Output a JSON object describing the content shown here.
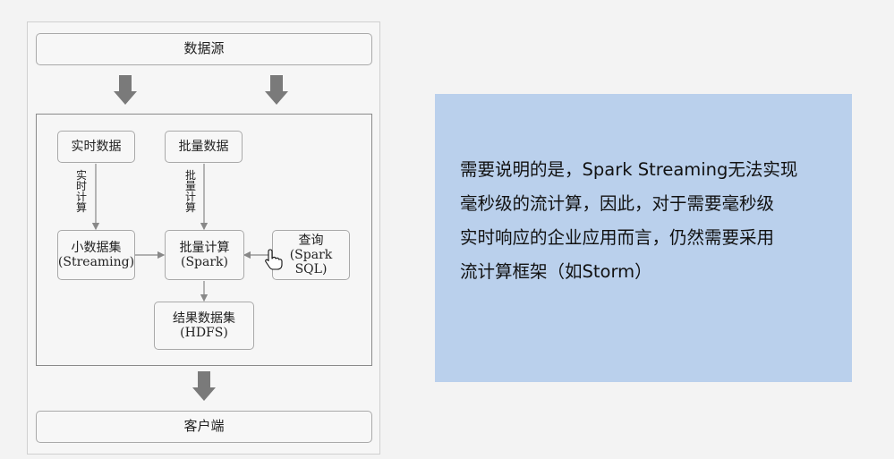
{
  "diagram": {
    "data_source": "数据源",
    "realtime_data": "实时数据",
    "batch_data": "批量数据",
    "realtime_compute": "实时计算",
    "batch_compute_vertical": "批量计算",
    "small_dataset": {
      "line1": "小数据集",
      "line2": "(Streaming)"
    },
    "batch_compute": {
      "line1": "批量计算",
      "line2": "(Spark)"
    },
    "query": {
      "line1": "查询",
      "line2": "(Spark",
      "line3": "SQL)"
    },
    "result_dataset": {
      "line1": "结果数据集",
      "line2": "(HDFS)"
    },
    "client": "客户端"
  },
  "note": {
    "lines": [
      "需要说明的是，Spark Streaming无法实现",
      "毫秒级的流计算，因此，对于需要毫秒级",
      "实时响应的企业应用而言，仍然需要采用",
      "流计算框架（如Storm）"
    ]
  },
  "colors": {
    "note_background": "#bad0ec",
    "arrow_fill": "#7a7a7a",
    "box_border": "#a9a9a9"
  }
}
